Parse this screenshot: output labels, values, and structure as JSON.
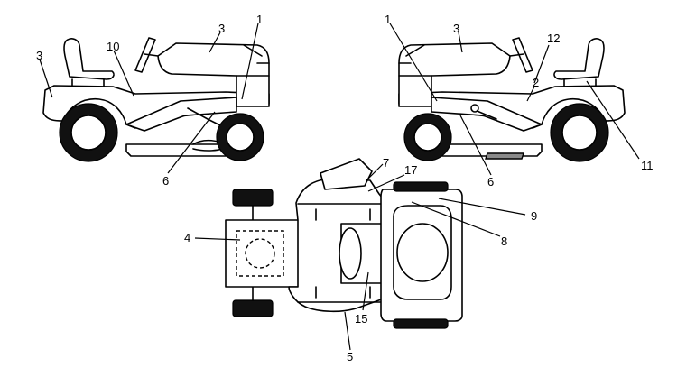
{
  "labels": {
    "l1": "1",
    "l2": "3",
    "l3": "3",
    "l4": "10",
    "l5": "6",
    "r1": "1",
    "r2": "3",
    "r3": "12",
    "r4": "2",
    "r5": "11",
    "r6": "6",
    "t1": "7",
    "t2": "17",
    "t3": "9",
    "t4": "8",
    "t5": "4",
    "t6": "15",
    "t7": "5"
  },
  "colors": {
    "line": "#000000",
    "background": "#ffffff",
    "grating": "#8a8a8a",
    "tire": "#111111"
  }
}
